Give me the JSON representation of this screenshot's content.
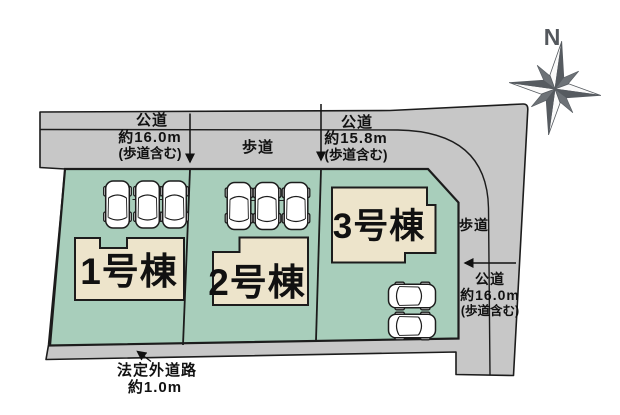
{
  "compass": {
    "label": "N"
  },
  "roads": {
    "top_left": {
      "name": "公道",
      "width": "約16.0m",
      "note": "(歩道含む)"
    },
    "top_sidewalk_label": "歩道",
    "top_right": {
      "name": "公道",
      "width": "約15.8m",
      "note": "(歩道含む)"
    },
    "right_sidewalk_label": "歩道",
    "right": {
      "name": "公道",
      "width": "約16.0m",
      "note": "(歩道含む)"
    },
    "bottom": {
      "name": "法定外道路",
      "width": "約1.0m"
    }
  },
  "lots": [
    {
      "label": "1号棟",
      "parking_spaces": 3
    },
    {
      "label": "2号棟",
      "parking_spaces": 3
    },
    {
      "label": "3号棟",
      "parking_spaces": 2
    }
  ],
  "colors": {
    "road": "#c7c7c7",
    "lot_green": "#a8cebb",
    "building_beige": "#ede4cb",
    "outline": "#1c1c1c",
    "compass_dark": "#565b60"
  }
}
